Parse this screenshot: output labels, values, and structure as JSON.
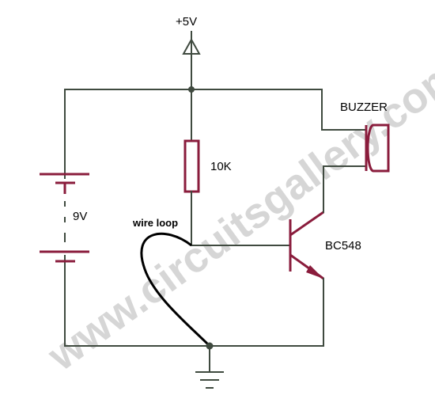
{
  "labels": {
    "supply": "+5V",
    "resistor": "10K",
    "battery": "9V",
    "buzzer": "BUZZER",
    "transistor": "BC548",
    "loop": "wire loop"
  },
  "watermark": "www.circuitsgallery.com",
  "colors": {
    "wire": "#3f4a3f",
    "component": "#8a1c3c",
    "loop": "#000000",
    "watermark": "#c9c9c9"
  }
}
